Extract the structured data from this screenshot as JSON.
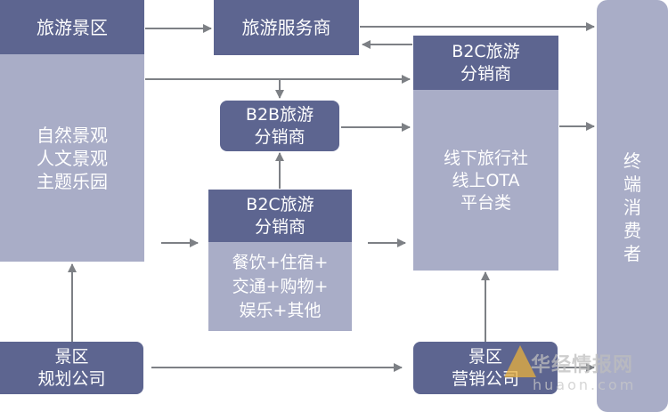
{
  "colors": {
    "dark": "#5d6590",
    "light": "#a9adc7",
    "arrow": "#7d8085"
  },
  "scenic": {
    "title": "旅游景区",
    "items": [
      "自然景观",
      "人文景观",
      "主题乐园"
    ]
  },
  "service_provider": {
    "title": "旅游服务商"
  },
  "b2c_ota": {
    "title_lines": [
      "B2C旅游",
      "分销商"
    ],
    "items": [
      "线下旅行社",
      "线上OTA",
      "平台类"
    ]
  },
  "b2b": {
    "title_lines": [
      "B2B旅游",
      "分销商"
    ]
  },
  "b2c_mid": {
    "title_lines": [
      "B2C旅游",
      "分销商"
    ],
    "items": [
      "餐饮+住宿+",
      "交通+购物+",
      "娱乐+其他"
    ]
  },
  "planning": {
    "lines": [
      "景区",
      "规划公司"
    ]
  },
  "marketing": {
    "lines": [
      "景区",
      "营销公司"
    ]
  },
  "consumer": {
    "chars": [
      "终",
      "端",
      "消",
      "费",
      "者"
    ]
  },
  "watermark": {
    "cn": "华经情报网",
    "en": "huaon.com"
  }
}
